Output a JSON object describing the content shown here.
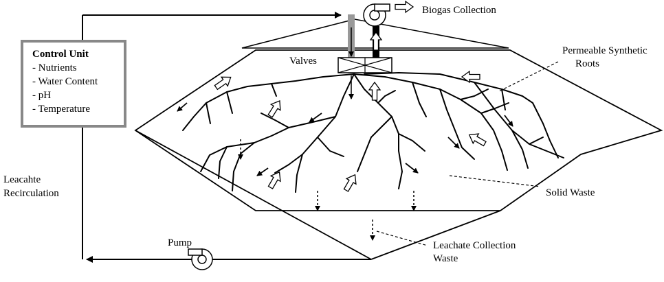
{
  "control_unit": {
    "title": "Control Unit",
    "items": [
      "- Nutrients",
      "- Water Content",
      "- pH",
      "- Temperature"
    ]
  },
  "labels": {
    "biogas": "Biogas Collection",
    "valves": "Valves",
    "roots_line1": "Permeable Synthetic",
    "roots_line2": "Roots",
    "solid_waste": "Solid Waste",
    "leachate_line1": "Leachate Collection",
    "leachate_line2": "Waste",
    "recirc_line1": "Leacahte",
    "recirc_line2": "Recirculation",
    "pump": "Pump"
  }
}
